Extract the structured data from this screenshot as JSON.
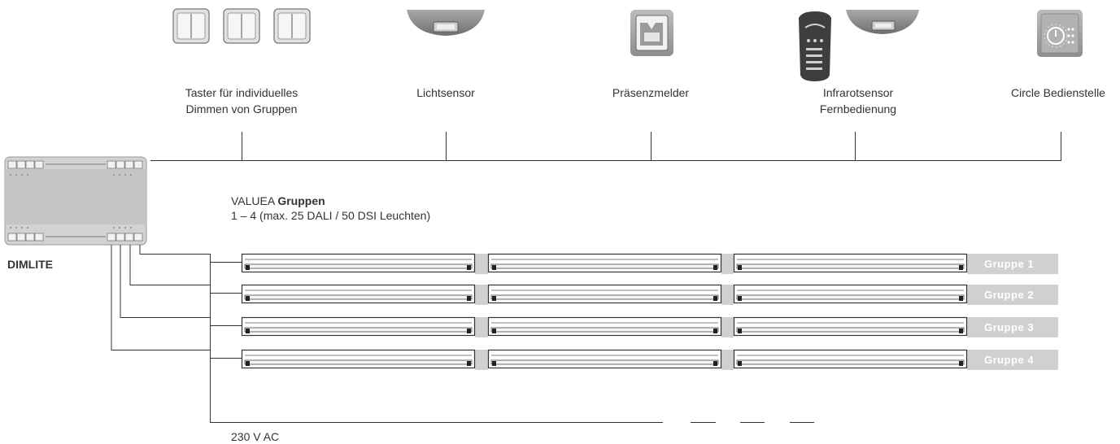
{
  "devices": [
    {
      "name": "taster",
      "label_lines": [
        "Taster für individuelles",
        "Dimmen von Gruppen"
      ]
    },
    {
      "name": "lichtsensor",
      "label_lines": [
        "Lichtsensor"
      ]
    },
    {
      "name": "praesenzmelder",
      "label_lines": [
        "Präsenzmelder"
      ]
    },
    {
      "name": "infrarotsensor",
      "label_lines": [
        "Infrarotsensor",
        "Fernbedienung"
      ]
    },
    {
      "name": "circle",
      "label_lines": [
        "Circle Bedienstelle"
      ]
    }
  ],
  "controller": {
    "label": "DIMLITE"
  },
  "groups_title": {
    "prefix": "VALUEA",
    "bold": "Gruppen",
    "subtitle": "1 – 4 (max. 25 DALI / 50 DSI Leuchten)"
  },
  "groups": [
    "Gruppe 1",
    "Gruppe 2",
    "Gruppe 3",
    "Gruppe 4"
  ],
  "power": {
    "label": "230 V AC"
  },
  "colors": {
    "line": "#333333",
    "group_band": "#d0d0d0",
    "icon_fill": "#d8d8d8",
    "icon_dark": "#888888"
  }
}
